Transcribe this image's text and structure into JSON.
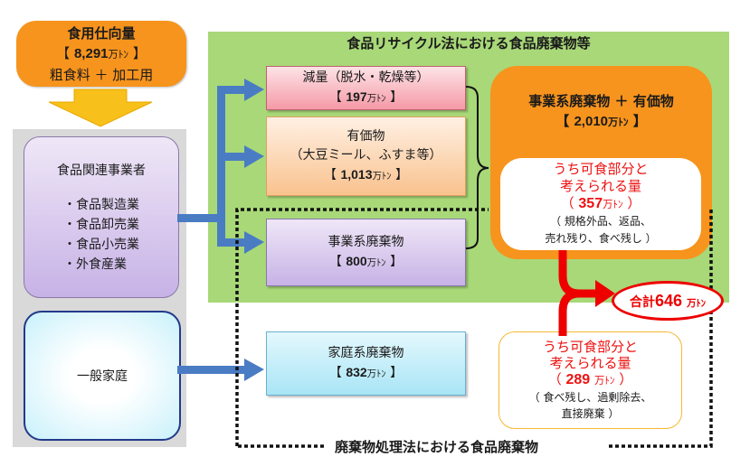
{
  "source": {
    "title": "食用仕向量",
    "amount_prefix": "【",
    "amount": "8,291",
    "unit": "万ﾄﾝ",
    "amount_suffix": "】",
    "breakdown": "粗食料 ＋ 加工用"
  },
  "recycle_law_title": "食品リサイクル法における食品廃棄物等",
  "disposal_law_title": "廃棄物処理法における食品廃棄物",
  "actors": {
    "business": {
      "title": "食品関連事業者",
      "items": [
        "・食品製造業",
        "・食品卸売業",
        "・食品小売業",
        "・外食産業"
      ]
    },
    "household": {
      "title": "一般家庭"
    }
  },
  "flows": {
    "reduction": {
      "label": "減量（脱水・乾燥等）",
      "amount": "197",
      "unit": "万ﾄﾝ"
    },
    "valuables": {
      "label": "有価物",
      "sublabel": "（大豆ミール、ふすま等）",
      "amount": "1,013",
      "unit": "万ﾄﾝ"
    },
    "business_waste": {
      "label": "事業系廃棄物",
      "amount": "800",
      "unit": "万ﾄﾝ"
    },
    "household_waste": {
      "label": "家庭系廃棄物",
      "amount": "832",
      "unit": "万ﾄﾝ"
    }
  },
  "summary": {
    "title": "事業系廃棄物 ＋ 有価物",
    "amount": "2,010",
    "unit": "万ﾄﾝ",
    "edible_business": {
      "line1": "うち可食部分と",
      "line2": "考えられる量",
      "amount": "357",
      "unit": "万ﾄﾝ",
      "note1": "（ 規格外品、返品、",
      "note2": "売れ残り、食べ残し ）"
    }
  },
  "edible_household": {
    "line1": "うち可食部分と",
    "line2": "考えられる量",
    "amount": "289",
    "unit": "万ﾄﾝ",
    "note1": "（ 食べ残し、過剰除去、",
    "note2": "直接廃棄 ）"
  },
  "total": {
    "label": "合計",
    "amount": "646",
    "unit": "万ﾄﾝ"
  },
  "colors": {
    "orange": "#f7941d",
    "green_area": "#a8d878",
    "arrow_blue": "#4a7cc4",
    "accent_red": "#ee1111",
    "grey_band": "#d9d9d9"
  }
}
